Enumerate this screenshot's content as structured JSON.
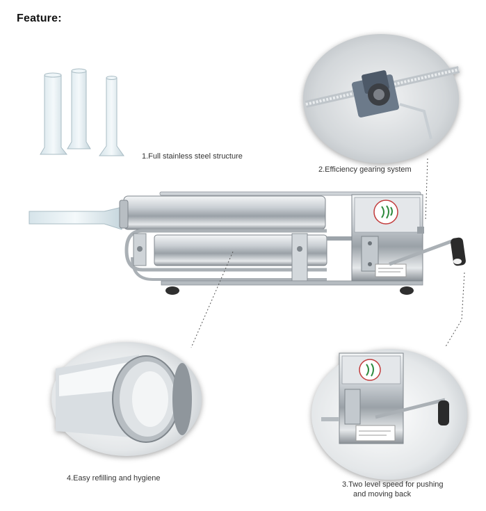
{
  "page_title": "Feature:",
  "features": [
    {
      "label": "1.Full stainless steel structure"
    },
    {
      "label": "2.Efficiency gearing system"
    },
    {
      "label": "3.Two level speed for pushing",
      "label2": "and moving back"
    },
    {
      "label": "4.Easy refilling and hygiene"
    }
  ],
  "colors": {
    "steel": "#c9ced3",
    "steel_dark": "#8a9096",
    "tube": "#e3eef3",
    "bg_circle": "#d8dcdf"
  }
}
